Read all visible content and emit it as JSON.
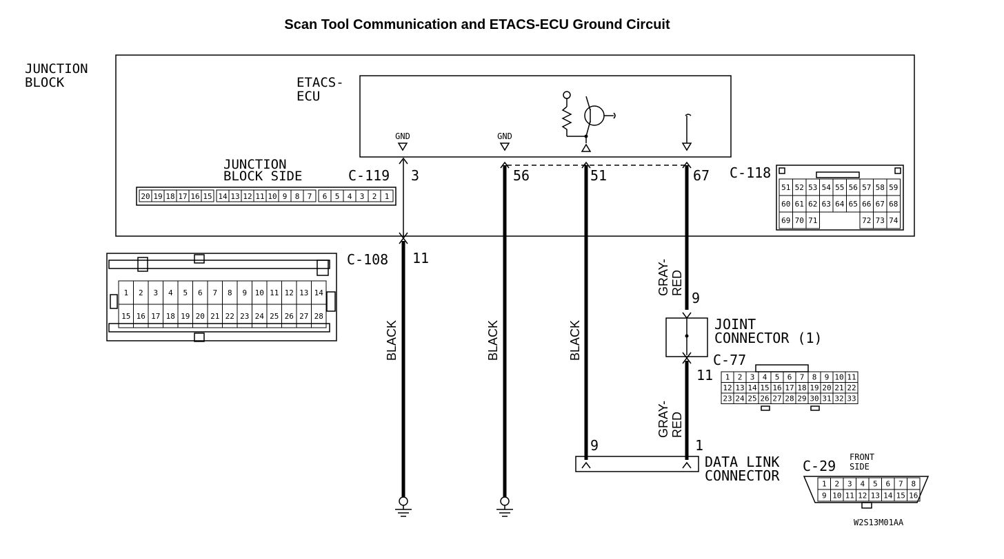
{
  "title": "Scan Tool Communication and ETACS-ECU Ground Circuit",
  "figure_code": "W2S13M01AA",
  "junction_block": {
    "label_line1": "JUNCTION",
    "label_line2": "BLOCK"
  },
  "etacs": {
    "label_line1": "ETACS-",
    "label_line2": "ECU",
    "gnd1": "GND",
    "gnd2": "GND"
  },
  "jb_side": {
    "label_line1": "JUNCTION",
    "label_line2": "BLOCK SIDE",
    "cells": [
      "20",
      "19",
      "18",
      "17",
      "16",
      "15",
      "14",
      "13",
      "12",
      "11",
      "10",
      "9",
      "8",
      "7",
      "6",
      "5",
      "4",
      "3",
      "2",
      "1"
    ]
  },
  "connectors": {
    "c119": "C-119",
    "c118": "C-118",
    "c108": "C-108",
    "c77": "C-77",
    "c29": "C-29"
  },
  "pins": {
    "p3": "3",
    "p56": "56",
    "p51": "51",
    "p67": "67",
    "p11": "11",
    "p9": "9",
    "p11b": "11",
    "p9dlc": "9",
    "p1dlc": "1"
  },
  "wires": {
    "black": "BLACK",
    "gray1": "GRAY-",
    "red1": "RED",
    "gray2": "GRAY-",
    "red2": "RED"
  },
  "joint": {
    "line1": "JOINT",
    "line2": "CONNECTOR (1)"
  },
  "dlc": {
    "line1": "DATA LINK",
    "line2": "CONNECTOR",
    "front1": "FRONT",
    "front2": "SIDE"
  },
  "c118_rows": [
    [
      "51",
      "52",
      "53",
      "54",
      "55",
      "56",
      "57",
      "58",
      "59"
    ],
    [
      "60",
      "61",
      "62",
      "63",
      "64",
      "65",
      "66",
      "67",
      "68"
    ],
    [
      "69",
      "70",
      "71",
      "",
      "",
      "",
      "72",
      "73",
      "74"
    ]
  ],
  "c108_rows": [
    [
      "1",
      "2",
      "3",
      "4",
      "5",
      "6",
      "7",
      "8",
      "9",
      "10",
      "11",
      "12",
      "13",
      "14"
    ],
    [
      "15",
      "16",
      "17",
      "18",
      "19",
      "20",
      "21",
      "22",
      "23",
      "24",
      "25",
      "26",
      "27",
      "28"
    ]
  ],
  "c77_rows": [
    [
      "1",
      "2",
      "3",
      "4",
      "5",
      "6",
      "7",
      "8",
      "9",
      "10",
      "11"
    ],
    [
      "12",
      "13",
      "14",
      "15",
      "16",
      "17",
      "18",
      "19",
      "20",
      "21",
      "22"
    ],
    [
      "23",
      "24",
      "25",
      "26",
      "27",
      "28",
      "29",
      "30",
      "31",
      "32",
      "33"
    ]
  ],
  "c29_rows": [
    [
      "1",
      "2",
      "3",
      "4",
      "5",
      "6",
      "7",
      "8"
    ],
    [
      "9",
      "10",
      "11",
      "12",
      "13",
      "14",
      "15",
      "16"
    ]
  ]
}
